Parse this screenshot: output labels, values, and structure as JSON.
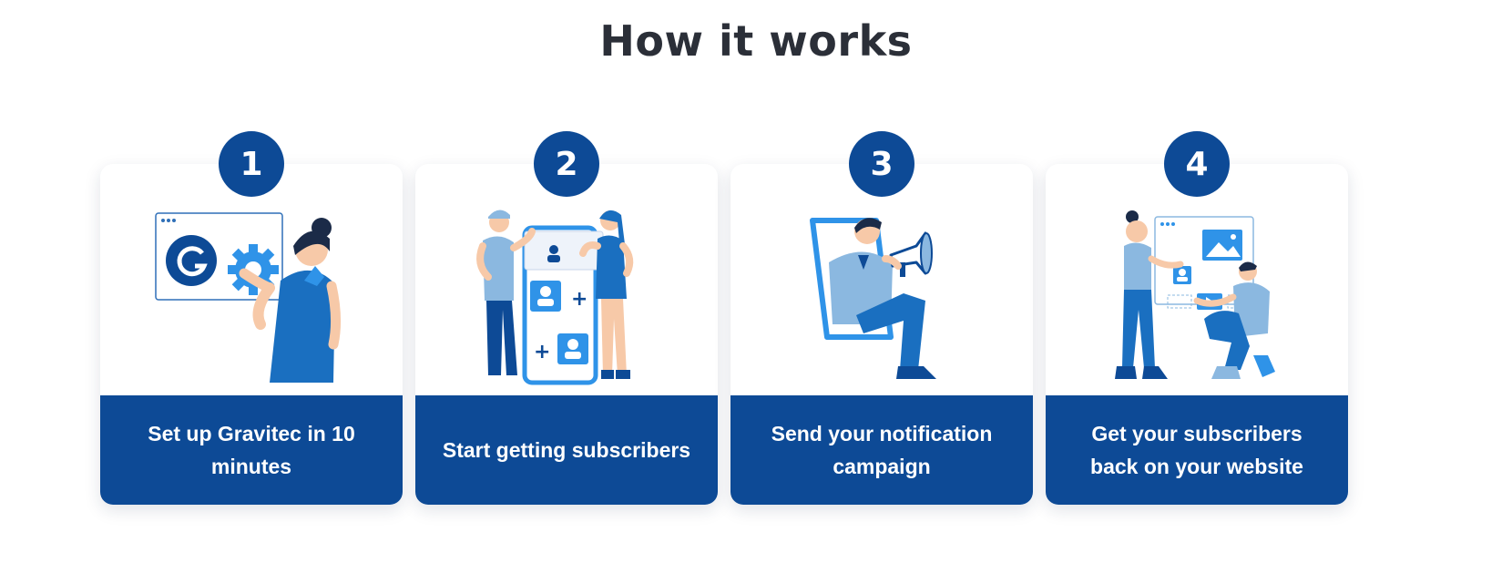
{
  "page": {
    "title": "How it works"
  },
  "steps": [
    {
      "number": "1",
      "label": "Set up Gravitec in 10 minutes",
      "icon": "setup-illustration-icon"
    },
    {
      "number": "2",
      "label": "Start getting subscribers",
      "icon": "subscribers-illustration-icon"
    },
    {
      "number": "3",
      "label": "Send your notification campaign",
      "icon": "megaphone-illustration-icon"
    },
    {
      "number": "4",
      "label": "Get your subscribers back on your website",
      "icon": "website-return-illustration-icon"
    }
  ],
  "colors": {
    "primary": "#0d4a96",
    "accent": "#2f93e8",
    "light_blue": "#8bb8e0",
    "title": "#2b2f38",
    "skin": "#f7c9a8"
  }
}
